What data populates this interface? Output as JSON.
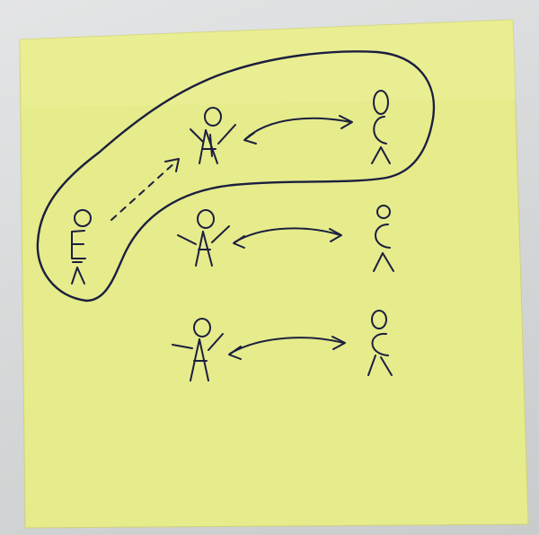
{
  "note": {
    "paper_color": "#e6eb8c",
    "ink_color": "#1b1f3e",
    "background_color": "#d8dadb"
  },
  "figures": [
    {
      "id": "outsider",
      "type": "stick-figure-E"
    },
    {
      "id": "a1",
      "type": "stick-figure-A-arms-up"
    },
    {
      "id": "c1",
      "type": "stick-figure-C"
    },
    {
      "id": "a2",
      "type": "stick-figure-A-arms-up"
    },
    {
      "id": "c2",
      "type": "stick-figure-C"
    },
    {
      "id": "a3",
      "type": "stick-figure-A-arms-up"
    },
    {
      "id": "c3",
      "type": "stick-figure-C"
    }
  ],
  "arrows": [
    {
      "from": "outsider",
      "to": "a1",
      "style": "dashed",
      "direction": "one-way"
    },
    {
      "from": "a1",
      "to": "c1",
      "style": "solid",
      "direction": "two-way"
    },
    {
      "from": "a2",
      "to": "c2",
      "style": "solid",
      "direction": "two-way"
    },
    {
      "from": "a3",
      "to": "c3",
      "style": "solid",
      "direction": "two-way"
    }
  ],
  "enclosure": {
    "contains": [
      "outsider",
      "a1",
      "c1"
    ],
    "style": "hand-drawn-loop"
  }
}
